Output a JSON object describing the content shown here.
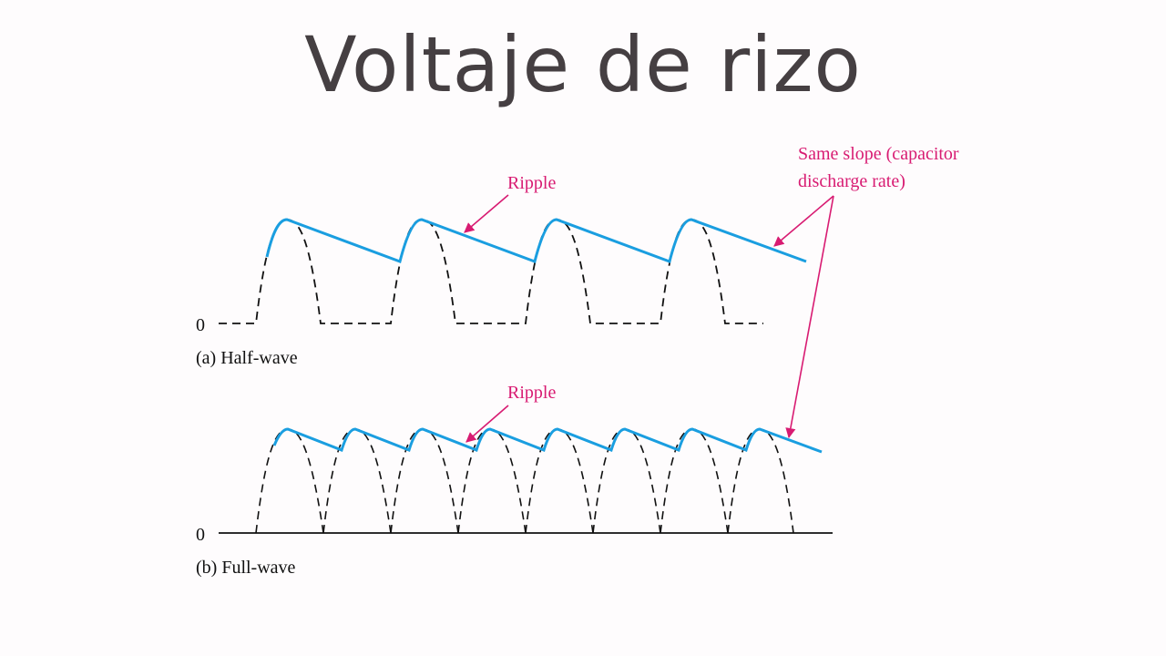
{
  "slide": {
    "title": "Voltaje de rizo"
  },
  "diagram": {
    "half_wave": {
      "caption": "(a) Half-wave",
      "zero_label": "0",
      "ripple_label": "Ripple"
    },
    "full_wave": {
      "caption": "(b) Full-wave",
      "zero_label": "0",
      "ripple_label": "Ripple"
    },
    "slope_annotation": {
      "line1": "Same slope (capacitor",
      "line2": "discharge rate)"
    },
    "colors": {
      "filtered_output": "#1a9ee0",
      "annotation": "#d81b72",
      "rectified_wave": "#111111",
      "title": "#453f42"
    }
  }
}
